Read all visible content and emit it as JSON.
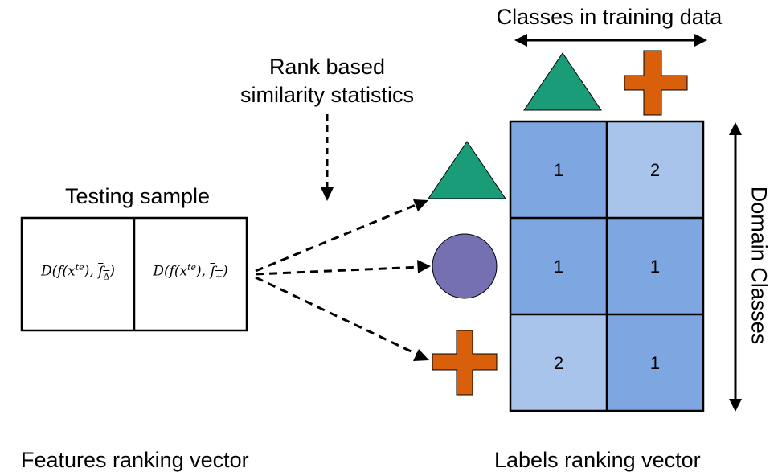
{
  "header": {
    "classes_training": "Classes in training data",
    "rank_stats_line1": "Rank based",
    "rank_stats_line2": "similarity statistics",
    "testing_sample": "Testing sample",
    "domain_classes": "Domain Classes"
  },
  "features_vector": {
    "cells": [
      {
        "prefix": "D(f(x",
        "sup": "te",
        "mid": "), ",
        "bar": "f",
        "sub": "Δ",
        "suffix": ")"
      },
      {
        "prefix": "D(f(x",
        "sup": "te",
        "mid": "), ",
        "bar": "f",
        "sub": "+",
        "suffix": ")"
      }
    ]
  },
  "matrix": {
    "rows": [
      [
        "1",
        "2"
      ],
      [
        "1",
        "1"
      ],
      [
        "2",
        "1"
      ]
    ]
  },
  "colors": {
    "green": "#1b9c78",
    "orange": "#d95f0a",
    "purple": "#7570b2",
    "cell_dark": "#7ea6e0",
    "cell_light": "#a9c4eb"
  },
  "footer": {
    "features_label": "Features ranking vector",
    "labels_label": "Labels ranking vector"
  }
}
